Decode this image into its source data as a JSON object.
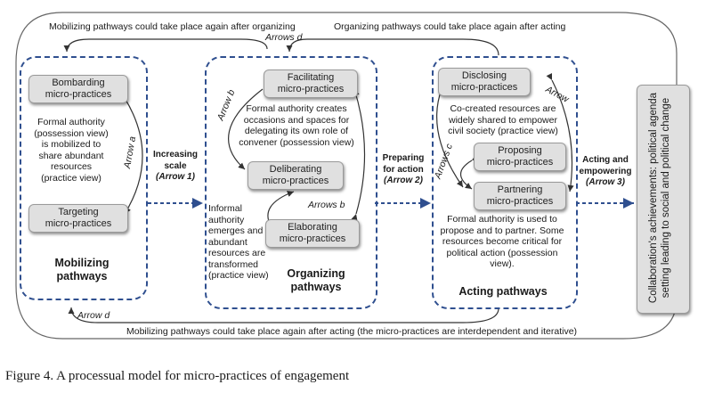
{
  "top_loop": {
    "left_label": "Mobilizing pathways could take place again after organizing",
    "right_label": "Organizing pathways could take place again after acting",
    "arrow_label": "Arrows d"
  },
  "bottom_loop": {
    "label": "Mobilizing pathways could take place again after acting (the micro-practices are interdependent and iterative)",
    "arrow_label": "Arrow d"
  },
  "mobilizing": {
    "title_line1": "Mobilizing",
    "title_line2": "pathways",
    "box1_line1": "Bombarding",
    "box1_line2": "micro-practices",
    "box2_line1": "Targeting",
    "box2_line2": "micro-practices",
    "text_lines": [
      "Formal authority",
      "(possession view)",
      "is mobilized to",
      "share abundant",
      "resources",
      "(practice view)"
    ],
    "arrow_label": "Arrow a"
  },
  "transition1": {
    "line1": "Increasing",
    "line2": "scale",
    "line3": "(Arrow 1)"
  },
  "organizing": {
    "title_line1": "Organizing",
    "title_line2": "pathways",
    "box1_line1": "Facilitating",
    "box1_line2": "micro-practices",
    "box2_line1": "Deliberating",
    "box2_line2": "micro-practices",
    "box3_line1": "Elaborating",
    "box3_line2": "micro-practices",
    "text_top_lines": [
      "Formal authority creates",
      "occasions and spaces for",
      "delegating its own role of",
      "convener  (possession view)"
    ],
    "text_bottom_lines": [
      "Informal",
      "authority",
      "emerges and",
      "abundant",
      "resources are",
      "transformed",
      "(practice view)"
    ],
    "arrow_b_left": "Arrow b",
    "arrow_b_right": "Arrows b"
  },
  "transition2": {
    "line1": "Preparing",
    "line2": "for action",
    "line3": "(Arrow 2)"
  },
  "acting": {
    "title": "Acting pathways",
    "box1_line1": "Disclosing",
    "box1_line2": "micro-practices",
    "box2_line1": "Proposing",
    "box2_line2": "micro-practices",
    "box3_line1": "Partnering",
    "box3_line2": "micro-practices",
    "text_top_lines": [
      "Co-created resources are",
      "widely shared to empower",
      "civil society (practice view)"
    ],
    "text_bottom_lines": [
      "Formal authority is used to",
      "propose and to partner. Some",
      "resources become critical for",
      "political action (possession",
      "view)."
    ],
    "arrow_c": "Arrows c",
    "arrow_top": "Arrow"
  },
  "transition3": {
    "line1": "Acting and",
    "line2": "empowering",
    "line3": "(Arrow 3)"
  },
  "achievements": {
    "line1": "Collaboration's achievements: political agenda",
    "line2": "setting leading to social and political change"
  },
  "caption": "Figure 4. A processual model for micro-practices of engagement"
}
